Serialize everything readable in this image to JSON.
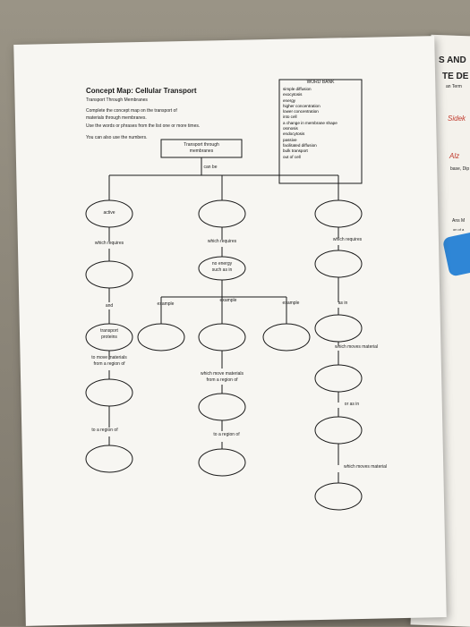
{
  "worksheet": {
    "title": "Concept Map: Cellular Transport",
    "subtitle": "Transport Through Membranes",
    "instructions": [
      "Complete the concept map on the transport of",
      "materials through membranes.",
      "Use the words or phrases from the list one or more times.",
      "You can also use the numbers."
    ]
  },
  "word_bank": {
    "title": "WORD BANK",
    "items": [
      "simple diffusion",
      "exocytosis",
      "energy",
      "higher concentration",
      "lower concentration",
      "into cell",
      "a change in membrane shape",
      "osmosis",
      "endocytosis",
      "passive",
      "facilitated diffusion",
      "bulk transport",
      "out of cell"
    ]
  },
  "concept_map": {
    "top_box": [
      "Transport through",
      "membranes"
    ],
    "labels": {
      "can_be": "can be",
      "active": "active",
      "which_requires_left": "which requires",
      "which_requires_mid": "which requires",
      "which_requires_right": "which requires",
      "no_energy": [
        "no energy",
        "such as in"
      ],
      "and": "and",
      "example_1": "example",
      "example_2": "example",
      "example_3": "example",
      "as_in": "as in",
      "transport_proteins": [
        "transport",
        "proteins"
      ],
      "to_move_materials": [
        "to move materials",
        "from a region of"
      ],
      "which_moves_material_1": "which moves material",
      "which_move_materials": [
        "which move materials",
        "from a region of"
      ],
      "or_as_in": "or as in",
      "to_a_region_of_left": "to a region of",
      "to_a_region_of_mid": "to a region of",
      "which_moves_material_2": "which moves material"
    }
  },
  "side_paper": {
    "texts": [
      "S AND",
      "TE DE",
      "an Term",
      "Sidek",
      "Alz",
      "base, Dip",
      "Ans M",
      "on of a"
    ]
  }
}
